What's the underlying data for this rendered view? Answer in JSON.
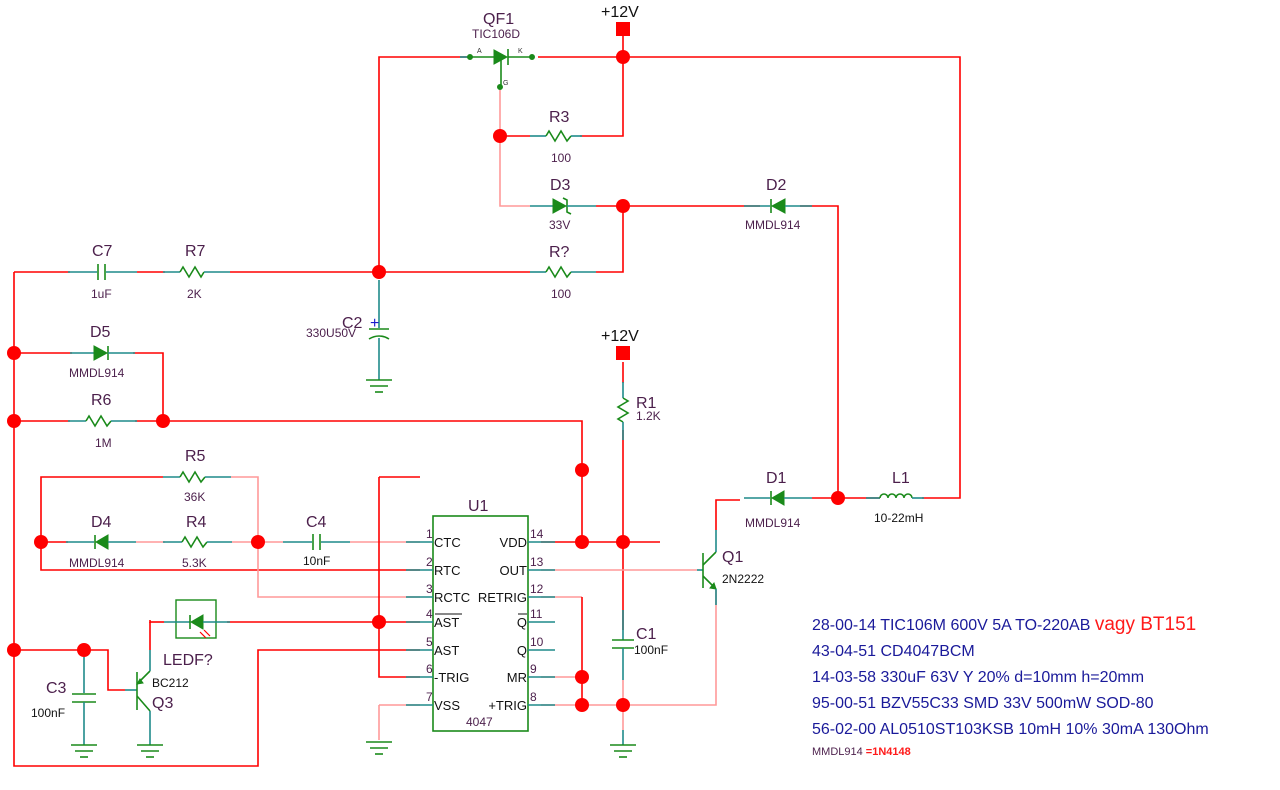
{
  "schematic": {
    "power": {
      "label": "+12V"
    },
    "components": {
      "QF1": {
        "ref": "QF1",
        "value": "TIC106D",
        "pin_a": "A",
        "pin_k": "K",
        "pin_g": "G"
      },
      "R3": {
        "ref": "R3",
        "value": "100"
      },
      "D3": {
        "ref": "D3",
        "value": "33V"
      },
      "D2": {
        "ref": "D2",
        "value": "MMDL914"
      },
      "Rq": {
        "ref": "R?",
        "value": "100"
      },
      "C7": {
        "ref": "C7",
        "value": "1uF"
      },
      "R7": {
        "ref": "R7",
        "value": "2K"
      },
      "C2": {
        "ref": "C2",
        "value": "330U50V",
        "polarity": "+"
      },
      "D5": {
        "ref": "D5",
        "value": "MMDL914"
      },
      "R6": {
        "ref": "R6",
        "value": "1M"
      },
      "R5": {
        "ref": "R5",
        "value": "36K"
      },
      "D4": {
        "ref": "D4",
        "value": "MMDL914"
      },
      "R4": {
        "ref": "R4",
        "value": "5.3K"
      },
      "C4": {
        "ref": "C4",
        "value": "10nF"
      },
      "R1": {
        "ref": "R1",
        "value": "1.2K"
      },
      "D1": {
        "ref": "D1",
        "value": "MMDL914"
      },
      "L1": {
        "ref": "L1",
        "value": "10-22mH"
      },
      "Q1": {
        "ref": "Q1",
        "value": "2N2222"
      },
      "C1": {
        "ref": "C1",
        "value": "100nF"
      },
      "C3": {
        "ref": "C3",
        "value": "100nF"
      },
      "Q3": {
        "ref": "Q3",
        "value": "BC212"
      },
      "LED": {
        "ref": "LEDF?"
      }
    },
    "U1": {
      "ref": "U1",
      "part": "4047",
      "left_pins": [
        {
          "num": "1",
          "name": "CTC"
        },
        {
          "num": "2",
          "name": "RTC"
        },
        {
          "num": "3",
          "name": "RCTC"
        },
        {
          "num": "4",
          "name": "AST",
          "overbar": true
        },
        {
          "num": "5",
          "name": "AST"
        },
        {
          "num": "6",
          "name": "-TRIG"
        },
        {
          "num": "7",
          "name": "VSS"
        }
      ],
      "right_pins": [
        {
          "num": "14",
          "name": "VDD"
        },
        {
          "num": "13",
          "name": "OUT"
        },
        {
          "num": "12",
          "name": "RETRIG"
        },
        {
          "num": "11",
          "name": "Q",
          "overbar": true
        },
        {
          "num": "10",
          "name": "Q"
        },
        {
          "num": "9",
          "name": "MR"
        },
        {
          "num": "8",
          "name": "+TRIG"
        }
      ]
    }
  },
  "notes": [
    {
      "text": "28-00-14 TIC106M 600V 5A TO-220AB ",
      "highlight": "vagy BT151"
    },
    {
      "text": "43-04-51 CD4047BCM"
    },
    {
      "text": "14-03-58 330uF 63V Y 20% d=10mm h=20mm"
    },
    {
      "text": "95-00-51 BZV55C33 SMD 33V 500mW SOD-80"
    },
    {
      "text": "56-02-00 AL0510ST103KSB 10mH 10% 30mA 130Ohm"
    }
  ],
  "footnote": {
    "text": "MMDL914 ",
    "highlight": "=1N4148"
  },
  "colors": {
    "wire": "#ff0000",
    "wire_light": "#ff9999",
    "symbol": "#1a8a1a",
    "pin": "#1f8a8a",
    "note": "#1a1a9a",
    "highlight": "#ff1a1a"
  }
}
